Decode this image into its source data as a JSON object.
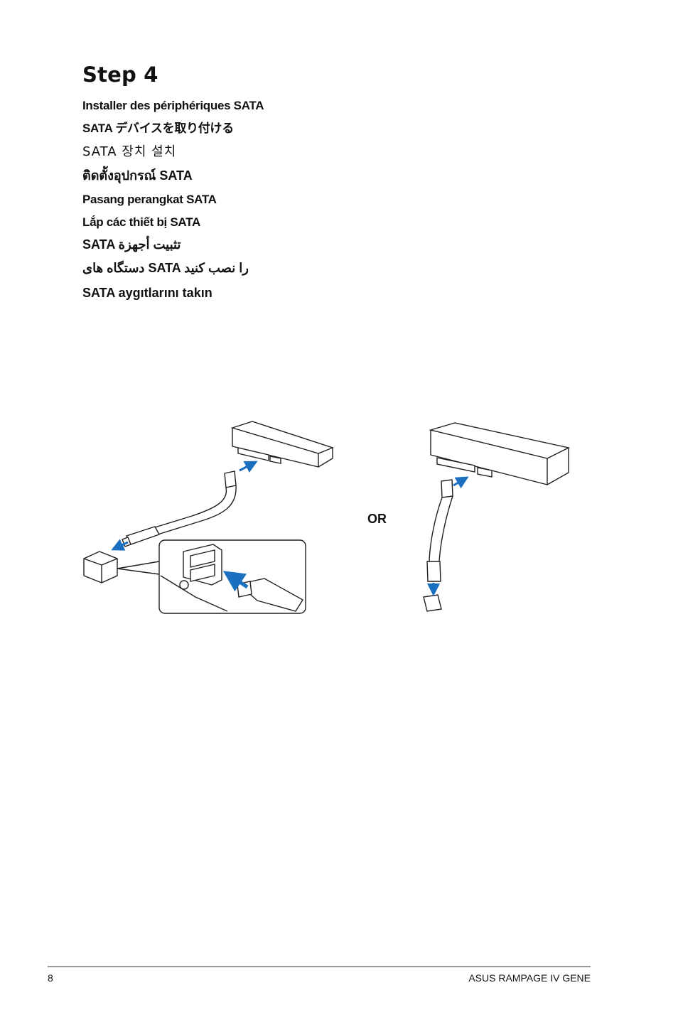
{
  "step": {
    "title": "Step 4"
  },
  "languages": [
    "Installer des périphériques SATA",
    "SATA デバイスを取り付ける",
    "SATA 장치 설치",
    "ติดตั้งอุปกรณ์ SATA",
    "Pasang perangkat SATA",
    "Lắp các thiết bị SATA",
    "SATA تثبيت أجهزة",
    "دستگاه های SATA را نصب کنید",
    "SATA aygıtlarını takın"
  ],
  "figure": {
    "or_label": "OR"
  },
  "footer": {
    "page_number": "8",
    "document_title": "ASUS RAMPAGE IV GENE"
  },
  "colors": {
    "arrow_blue": "#1a6fc0",
    "line": "#231f20",
    "rule": "#9a9a9a"
  }
}
